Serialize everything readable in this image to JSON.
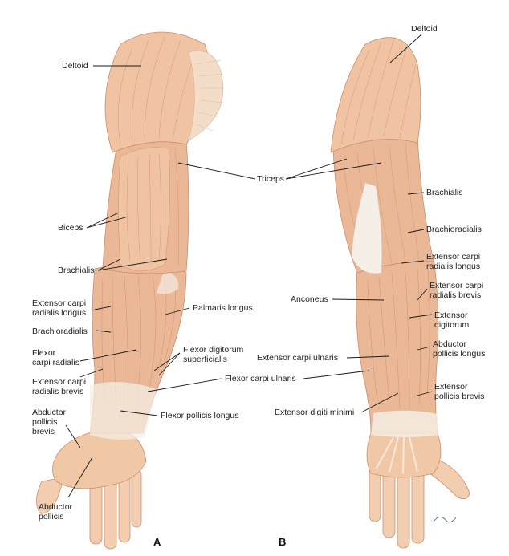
{
  "figure": {
    "panel_a": "A",
    "panel_b": "B",
    "skin_color": "#f1c8a6",
    "muscle_shadow_color": "#d99a78",
    "tendon_color": "#f4ede4",
    "leader_line_color": "#1a1a1a"
  },
  "labels_a": {
    "deltoid": "Deltoid",
    "triceps": "Triceps",
    "biceps": "Biceps",
    "brachialis": "Brachialis",
    "ecrl_1": "Extensor carpi",
    "ecrl_2": "radialis longus",
    "brachioradialis": "Brachioradialis",
    "fcr_1": "Flexor",
    "fcr_2": "carpi radialis",
    "ecrb_1": "Extensor carpi",
    "ecrb_2": "radialis brevis",
    "apb_1": "Abductor",
    "apb_2": "pollicis",
    "apb_3": "brevis",
    "ap_1": "Abductor",
    "ap_2": "pollicis",
    "palmaris": "Palmaris longus",
    "fds_1": "Flexor digitorum",
    "fds_2": "superficialis",
    "fcu": "Flexor carpi ulnaris",
    "fpl": "Flexor pollicis longus"
  },
  "labels_b": {
    "deltoid": "Deltoid",
    "brachialis": "Brachialis",
    "brachioradialis": "Brachioradialis",
    "ecrl_1": "Extensor carpi",
    "ecrl_2": "radialis longus",
    "ecrb_1": "Extensor carpi",
    "ecrb_2": "radialis brevis",
    "anconeus": "Anconeus",
    "ed_1": "Extensor",
    "ed_2": "digitorum",
    "ecu": "Extensor carpi ulnaris",
    "apl_1": "Abductor",
    "apl_2": "pollicis longus",
    "epb_1": "Extensor",
    "epb_2": "pollicis brevis",
    "edm": "Extensor digiti minimi"
  }
}
